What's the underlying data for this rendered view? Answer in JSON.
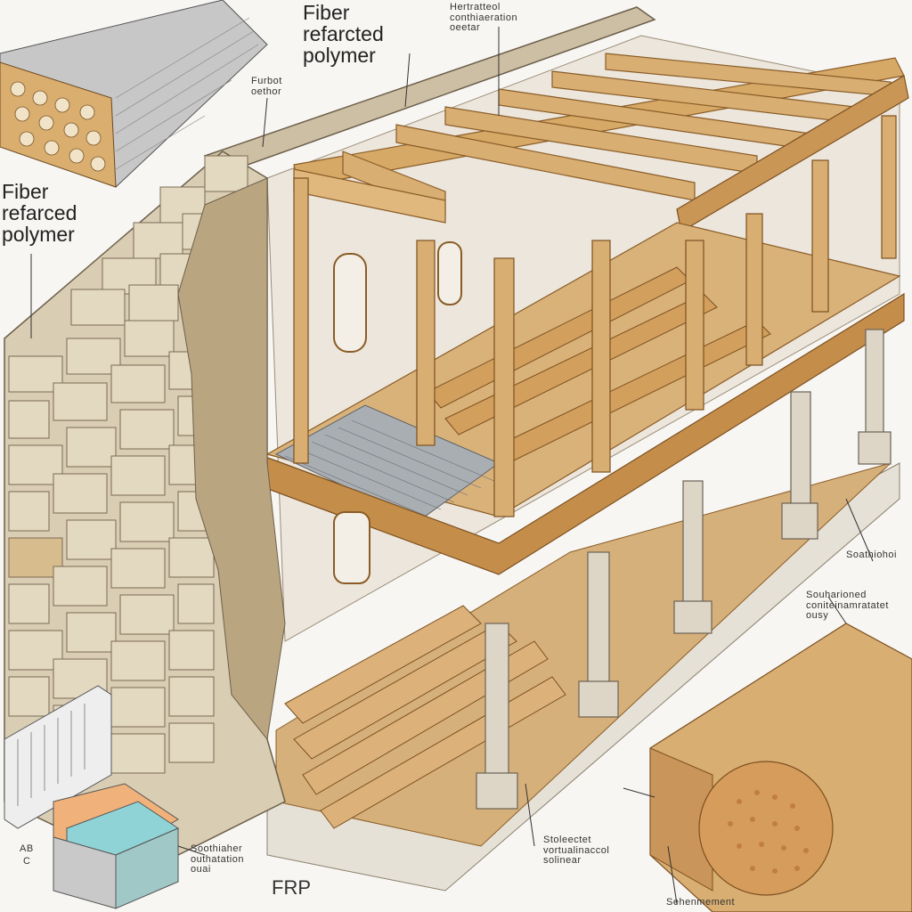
{
  "labels": {
    "frp_title_top": "Fiber\nrefarcted\npolymer",
    "frp_title_left": "Fiber\nrefarced\npolymer",
    "note_top": "Hertratteol\nconthiaeration\noeetar",
    "note_left_top": "Furbot\noethor",
    "note_right_1": "Soathiohoi",
    "note_right_2": "Souharioned\nconiteinamratatet\nousy",
    "note_bottom_left": "Soothiaher\nouthatation\nouai",
    "note_bottom_center": "Stoleectet\nvortualinaccol\nsolinear",
    "note_bottom_right": "Sehenmement",
    "frp": "FRP",
    "note_bottom_left_small_a": "AB",
    "note_bottom_left_small_b": "C"
  },
  "colors": {
    "stone": "#d9cdb4",
    "stone_dark": "#b9a681",
    "wood": "#d8ae72",
    "wood_dark": "#9a6b32",
    "plaster": "#ece6dc",
    "frp_mesh": "#9aa0a6",
    "column": "#ddd6c6",
    "ink": "#3a3026"
  }
}
